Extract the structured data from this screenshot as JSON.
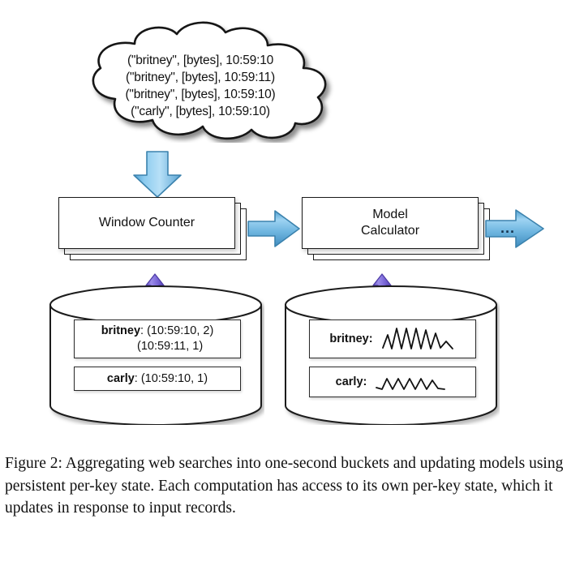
{
  "figure": {
    "caption_label": "Figure 2:",
    "caption_text": "Aggregating web searches into one-second buckets and updating models using persistent per-key state. Each computation has access to its own per-key state, which it updates in response to input records."
  },
  "colors": {
    "arrow_blue_light": "#a9d8f2",
    "arrow_blue_mid": "#6fb6e0",
    "arrow_blue_dark": "#3f8cbf",
    "arrow_purple_light": "#9b8ce8",
    "arrow_purple_mid": "#7b68d8",
    "arrow_purple_dark": "#5a48b8",
    "outline": "#1a1a1a",
    "paper": "#ffffff"
  },
  "input_cloud": {
    "name": "input-records-cloud",
    "records": [
      "(\"britney\", [bytes], 10:59:10",
      "(\"britney\", [bytes], 10:59:11)",
      "(\"britney\", [bytes], 10:59:10)",
      "(\"carly\", [bytes], 10:59:10)"
    ]
  },
  "pipeline": {
    "stages": [
      {
        "id": "window-counter",
        "label": "Window Counter"
      },
      {
        "id": "model-calculator",
        "label": "Model\nCalculator"
      }
    ],
    "continuation_label": "..."
  },
  "state_stores": [
    {
      "id": "window-counter-state",
      "entries": [
        {
          "key": "britney",
          "value": ": (10:59:10, 2)\n           (10:59:11, 1)",
          "kind": "text"
        },
        {
          "key": "carly",
          "value": ": (10:59:10, 1)",
          "kind": "text"
        }
      ]
    },
    {
      "id": "model-calculator-state",
      "entries": [
        {
          "key": "britney:",
          "value": "model-waveform-large",
          "kind": "waveform",
          "amplitude": "large",
          "peaks": 5
        },
        {
          "key": "carly:",
          "value": "model-waveform-small",
          "kind": "waveform",
          "amplitude": "small",
          "peaks": 5
        }
      ]
    }
  ]
}
